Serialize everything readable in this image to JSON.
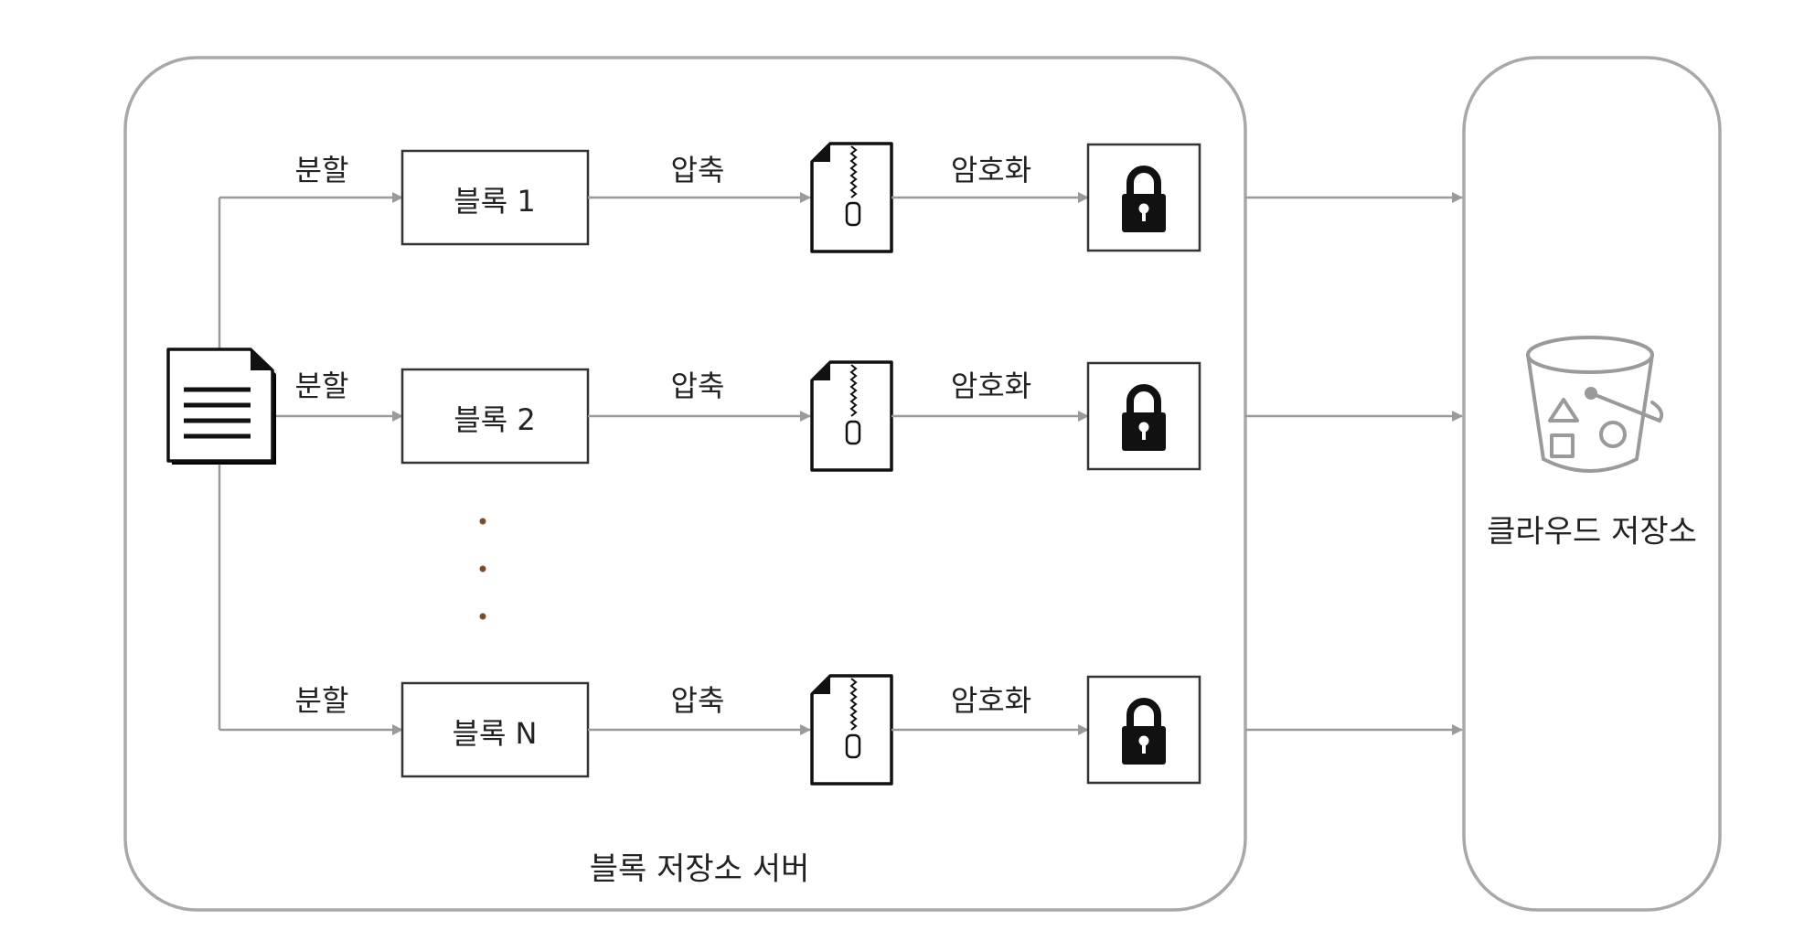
{
  "colors": {
    "line": "#9a9a9a",
    "box_stroke": "#333333",
    "text": "#222222",
    "icon_fill": "#111111",
    "dot": "#7a4a2a"
  },
  "server": {
    "caption": "블록 저장소 서버"
  },
  "cloud": {
    "caption": "클라우드 저장소"
  },
  "rows": [
    {
      "split_label": "분할",
      "block_label": "블록 1",
      "compress_label": "압축",
      "encrypt_label": "암호화"
    },
    {
      "split_label": "분할",
      "block_label": "블록 2",
      "compress_label": "압축",
      "encrypt_label": "암호화"
    },
    {
      "split_label": "분할",
      "block_label": "블록 N",
      "compress_label": "압축",
      "encrypt_label": "암호화"
    }
  ],
  "icons": {
    "source": "document-icon",
    "compress": "zip-file-icon",
    "encrypt": "padlock-icon",
    "storage": "bucket-icon"
  }
}
